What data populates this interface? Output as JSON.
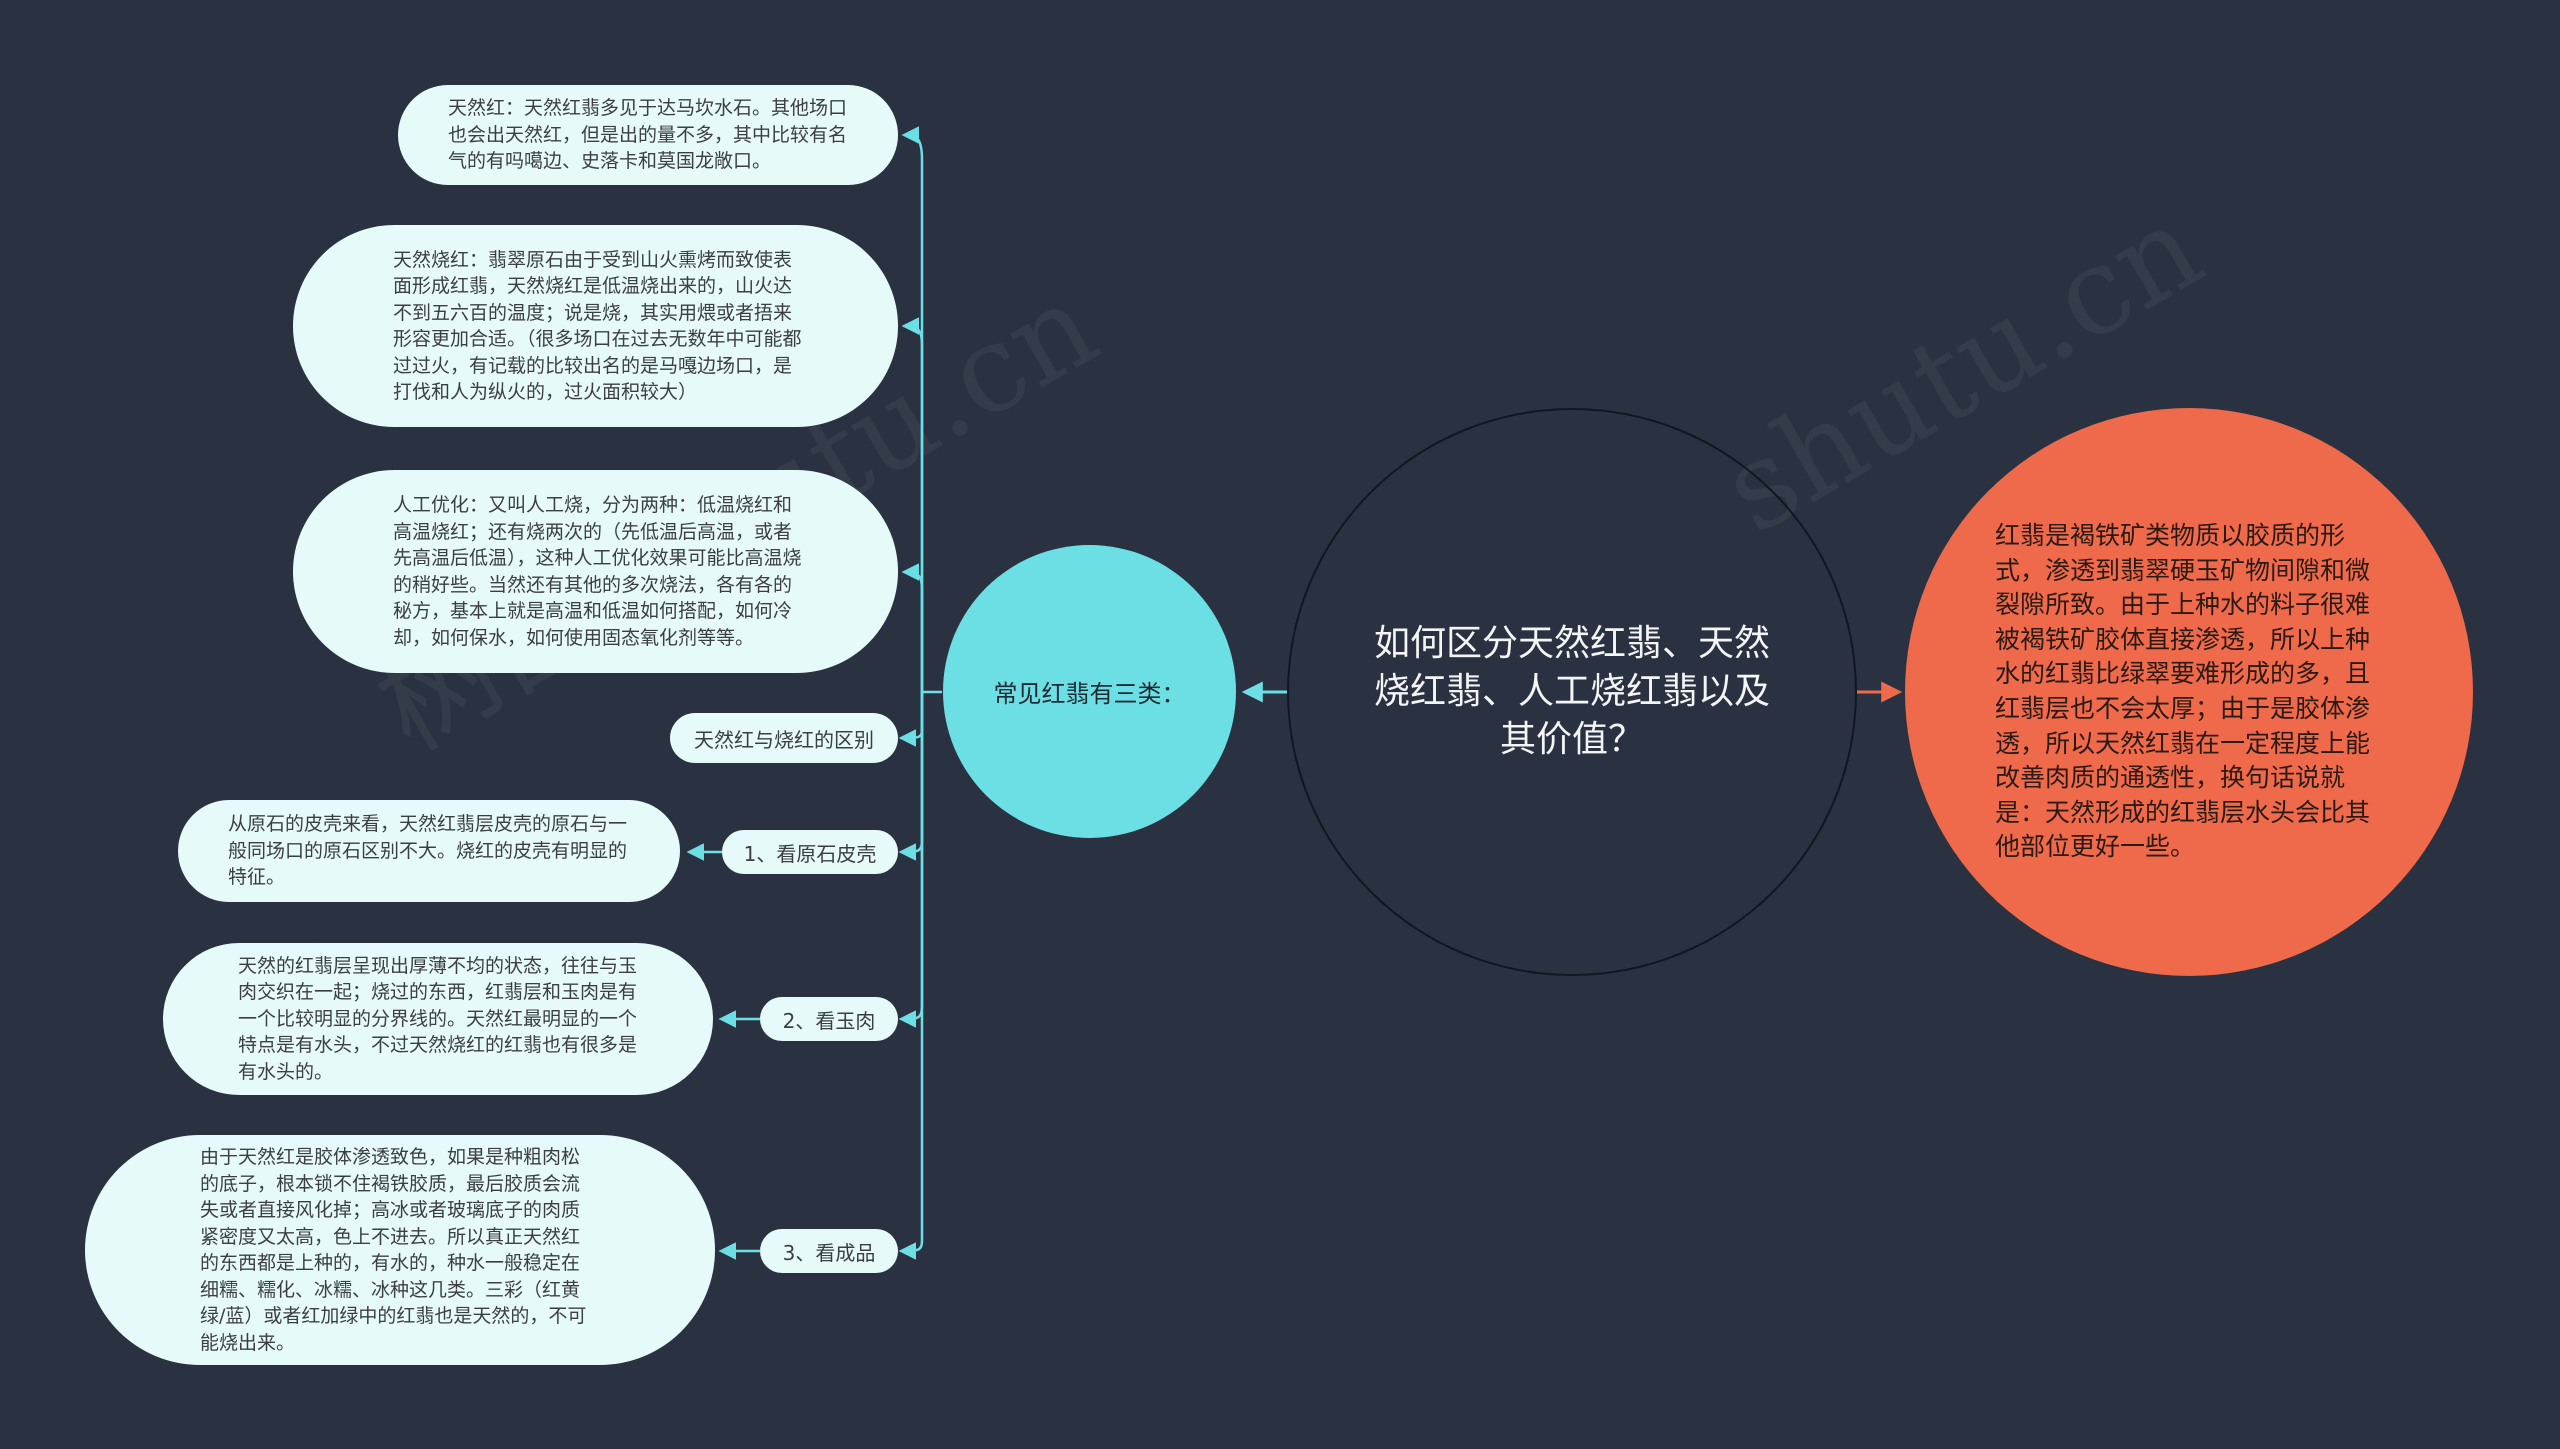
{
  "colors": {
    "background": "#2a3241",
    "branch_circle": "#6cdfe5",
    "info_circle": "#ee6a4a",
    "leaf_fill": "#e6faf9",
    "connector": "#6cdfe5",
    "accent_arrow": "#ee6a4a"
  },
  "center": {
    "text": "如何区分天然红翡、天然烧红翡、人工烧红翡以及其价值？"
  },
  "right": {
    "text": "红翡是褐铁矿类物质以胶质的形式，渗透到翡翠硬玉矿物间隙和微裂隙所致。由于上种水的料子很难被褐铁矿胶体直接渗透，所以上种水的红翡比绿翠要难形成的多，且红翡层也不会太厚；由于是胶体渗透，所以天然红翡在一定程度上能改善肉质的通透性，换句话说就是：天然形成的红翡层水头会比其他部位更好一些。"
  },
  "branch": {
    "label": "常见红翡有三类："
  },
  "leaves": {
    "natural_red": "天然红：天然红翡多见于达马坎水石。其他场口也会出天然红，但是出的量不多，其中比较有名气的有吗噶边、史落卡和莫国龙敞口。",
    "natural_burnt": "天然烧红：翡翠原石由于受到山火熏烤而致使表面形成红翡，天然烧红是低温烧出来的，山火达不到五六百的温度；说是烧，其实用煨或者捂来形容更加合适。（很多场口在过去无数年中可能都过过火，有记载的比较出名的是马嘎边场口，是打伐和人为纵火的，过火面积较大）",
    "artificial": "人工优化：又叫人工烧，分为两种：低温烧红和高温烧红；还有烧两次的（先低温后高温，或者先高温后低温），这种人工优化效果可能比高温烧的稍好些。当然还有其他的多次烧法，各有各的秘方，基本上就是高温和低温如何搭配，如何冷却，如何保水，如何使用固态氧化剂等等。",
    "skin_detail": "从原石的皮壳来看，天然红翡层皮壳的原石与一般同场口的原石区别不大。烧红的皮壳有明显的特征。",
    "jade_detail": "天然的红翡层呈现出厚薄不均的状态，往往与玉肉交织在一起；烧过的东西，红翡层和玉肉是有一个比较明显的分界线的。天然红最明显的一个特点是有水头，不过天然烧红的红翡也有很多是有水头的。",
    "product_detail": "由于天然红是胶体渗透致色，如果是种粗肉松的底子，根本锁不住褐铁胶质，最后胶质会流失或者直接风化掉；高冰或者玻璃底子的肉质紧密度又太高，色上不进去。所以真正天然红的东西都是上种的，有水的，种水一般稳定在细糯、糯化、冰糯、冰种这几类。三彩（红黄绿/蓝）或者红加绿中的红翡也是天然的，不可能烧出来。"
  },
  "labels": {
    "difference": "天然红与烧红的区别",
    "skin": "1、看原石皮壳",
    "jade": "2、看玉肉",
    "product": "3、看成品"
  }
}
